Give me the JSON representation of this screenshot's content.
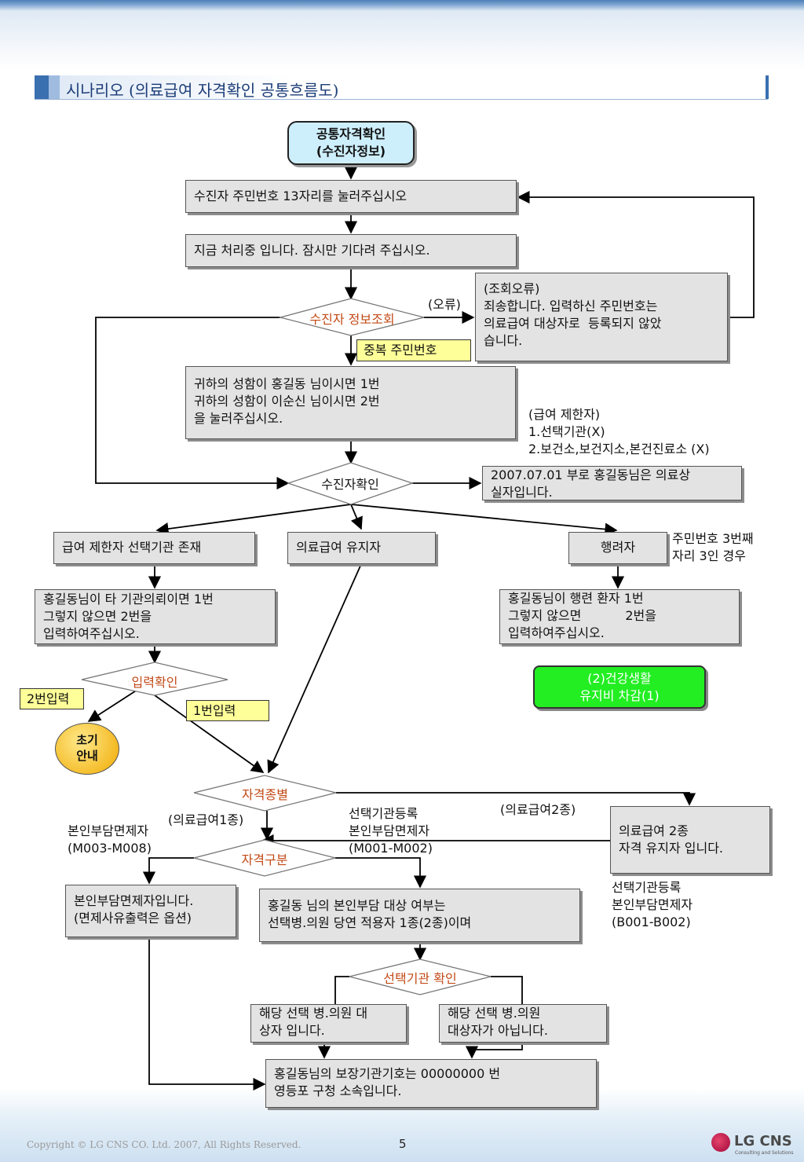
{
  "page": {
    "title": "시나리오 (의료급여 자격확인 공통흐름도)",
    "copyright": "Copyright © LG CNS CO. Ltd. 2007, All Rights Reserved.",
    "page_number": "5",
    "logo": {
      "name": "LG CNS",
      "tagline": "Consulting and Solutions"
    }
  },
  "flow": {
    "start": "공통자격확인\n(수진자정보)",
    "enter_id": "수진자 주민번호 13자리를 눌러주십시오",
    "processing": "지금 처리중 입니다. 잠시만 기다려 주십시오.",
    "lookup": "수진자 정보조회",
    "error_label": "(오류)",
    "error_box": "(조회오류)\n죄송합니다. 입력하신 주민번호는\n의료급여 대상자로  등록되지 않았\n습니다.",
    "dup_tag": "중복 주민번호",
    "name_choice": "귀하의 성함이 홍길동 님이시면 1번\n귀하의 성함이 이순신 님이시면 2번\n을 눌러주십시오.",
    "restrict_note": "(급여 제한자)\n1.선택기관(X)\n2.보건소,보건지소,본건진료소 (X)",
    "check": "수진자확인",
    "lost": "2007.07.01 부로 홍길동님은 의료상\n실자입니다.",
    "restricted": "급여 제한자 선택기관 존재",
    "maintain": "의료급여 유지자",
    "traveler": "행려자",
    "traveler_note": "주민번호 3번째\n자리 3인 경우",
    "other_inst": "홍길동님이 타 기관의뢰이면 1번\n그렇지 않으면 2번을\n입력하여주십시오.",
    "traveler_q": "홍길동님이 행련 환자 1번\n그렇지 않으면           2번을\n입력하여주십시오.",
    "health": "(2)건강생활\n유지비 차감(1)",
    "input_check": "입력확인",
    "in2": "2번입력",
    "in1": "1번입력",
    "init": "초기\n안내",
    "qual_type": "자격종별",
    "type1": "(의료급여1종)",
    "type2": "(의료급여2종)",
    "self_ex": "본인부담면제자\n(M003-M008)",
    "sel_reg": "선택기관등록\n본인부담면제자\n(M001-M002)",
    "type2_box": "의료급여 2종\n자격 유지자 입니다.",
    "type2_note": "선택기관등록\n본인부담면제자\n(B001-B002)",
    "qual_class": "자격구분",
    "exempt_box": "본인부담면제자입니다.\n(면제사유출력은 옵션)",
    "copay": "홍길동 님의 본인부담 대상 여부는\n선택병.의원 당연 적용자 1종(2종)이며",
    "sel_check": "선택기관 확인",
    "target": "해당 선택 병.의원 대\n상자 입니다.",
    "nontarget": "해당 선택 병.의원\n대상자가 아닙니다.",
    "insurer": "홍길동님의 보장기관기호는 00000000 번\n영등포 구청 소속입니다."
  },
  "colors": {
    "box_fill": "#e3e3e3",
    "decision_text": "#c24a16",
    "start_fill": "#cdeefb",
    "note_tag": "#ffff99",
    "green_box": "#22ee22",
    "circle": "#f3b61c",
    "title_text": "#1c3d78"
  }
}
